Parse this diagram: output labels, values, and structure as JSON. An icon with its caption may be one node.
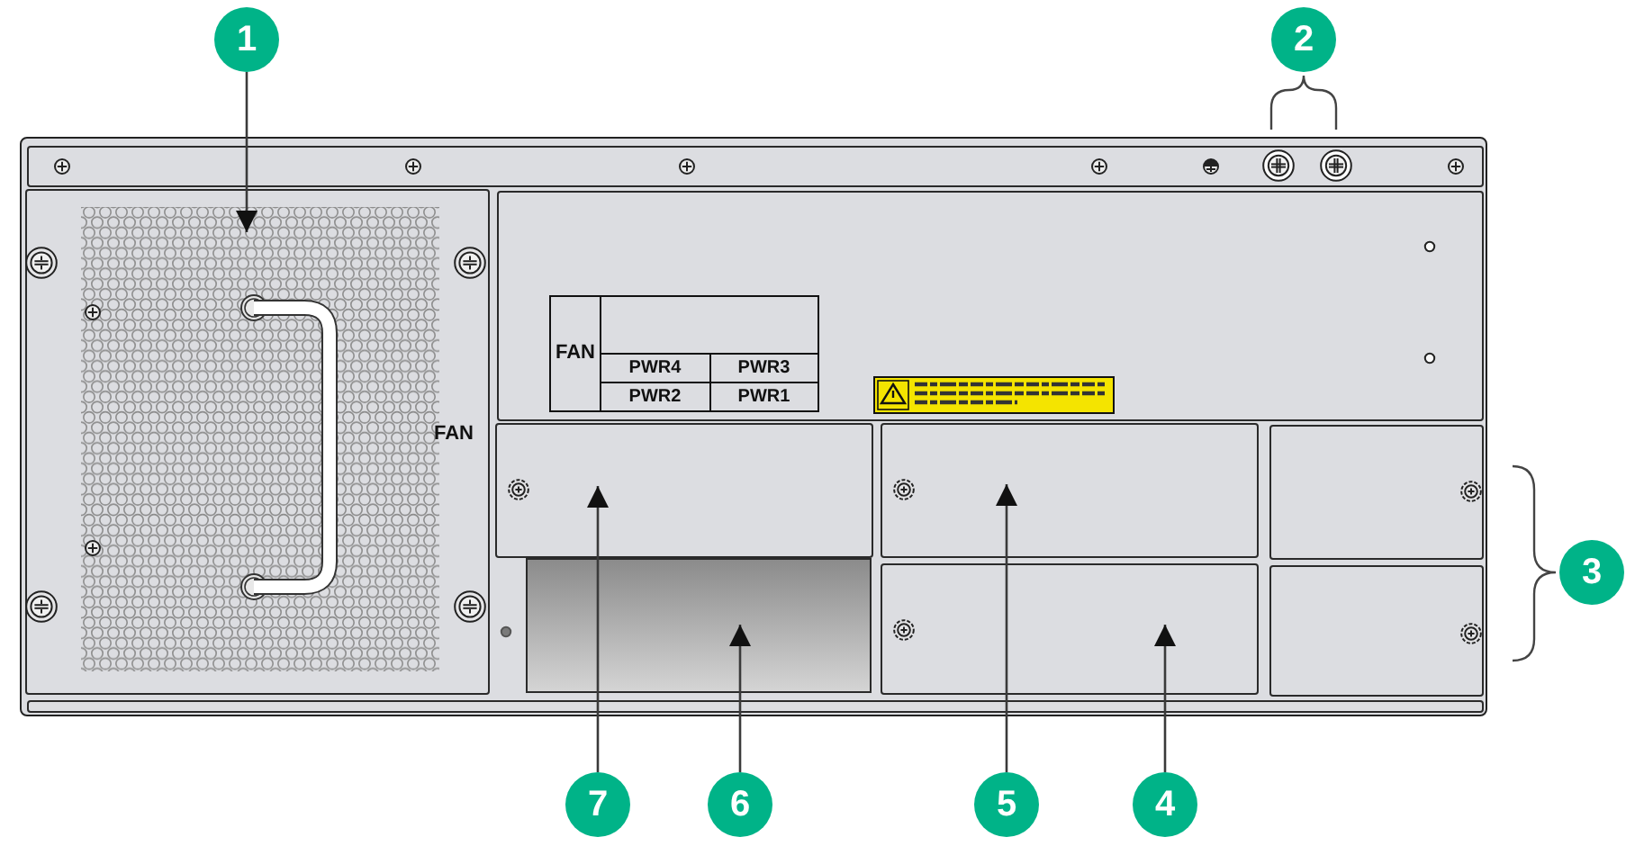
{
  "diagram": {
    "nodes": [
      {
        "text": [
          "1"
        ]
      },
      {
        "text": [
          "2"
        ]
      },
      {
        "text": [],
        "shape": "box"
      },
      {
        "text": [],
        "shape": "box"
      },
      {
        "text": [],
        "shape": "box"
      },
      {
        "text": [
          "3"
        ]
      },
      {
        "text": [],
        "shape": "box"
      },
      {
        "text": [],
        "shape": "box"
      },
      {
        "text": [
          "7"
        ]
      },
      {
        "text": [
          "6"
        ]
      },
      {
        "text": [
          "5"
        ]
      },
      {
        "text": [
          "4"
        ]
      }
    ],
    "edges": [
      {
        "from": 0,
        "to": 2,
        "arrow": "to"
      },
      {
        "from": 8,
        "to": 3,
        "arrow": "to"
      },
      {
        "from": 9,
        "to": 6,
        "arrow": "to"
      },
      {
        "from": 10,
        "to": 4,
        "arrow": "to"
      },
      {
        "from": 11,
        "to": 7,
        "arrow": "to"
      }
    ],
    "labels": [
      "FAN",
      "PWR4",
      "PWR3",
      "PWR2",
      "PWR1",
      "FAN"
    ]
  }
}
